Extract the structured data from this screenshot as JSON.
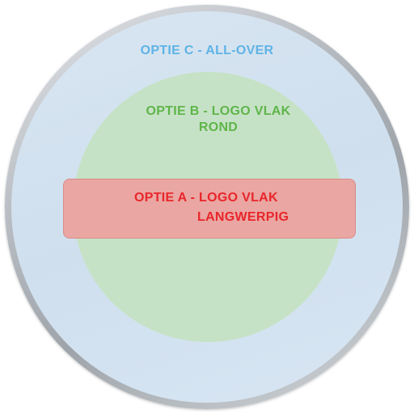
{
  "colors": {
    "option_c_text": "#5fb3e6",
    "option_b_text": "#5fb54a",
    "option_a_text": "#e8262b",
    "inner_disc_fill": "#c6e2c6",
    "band_fill": "#eaa6a2",
    "band_border": "#d98c86"
  },
  "option_c": {
    "label": "OPTIE C - ALL-OVER"
  },
  "option_b": {
    "line1": "OPTIE B - LOGO VLAK",
    "line2": "ROND"
  },
  "option_a": {
    "line1": "OPTIE A - LOGO VLAK",
    "line2": "LANGWERPIG"
  }
}
